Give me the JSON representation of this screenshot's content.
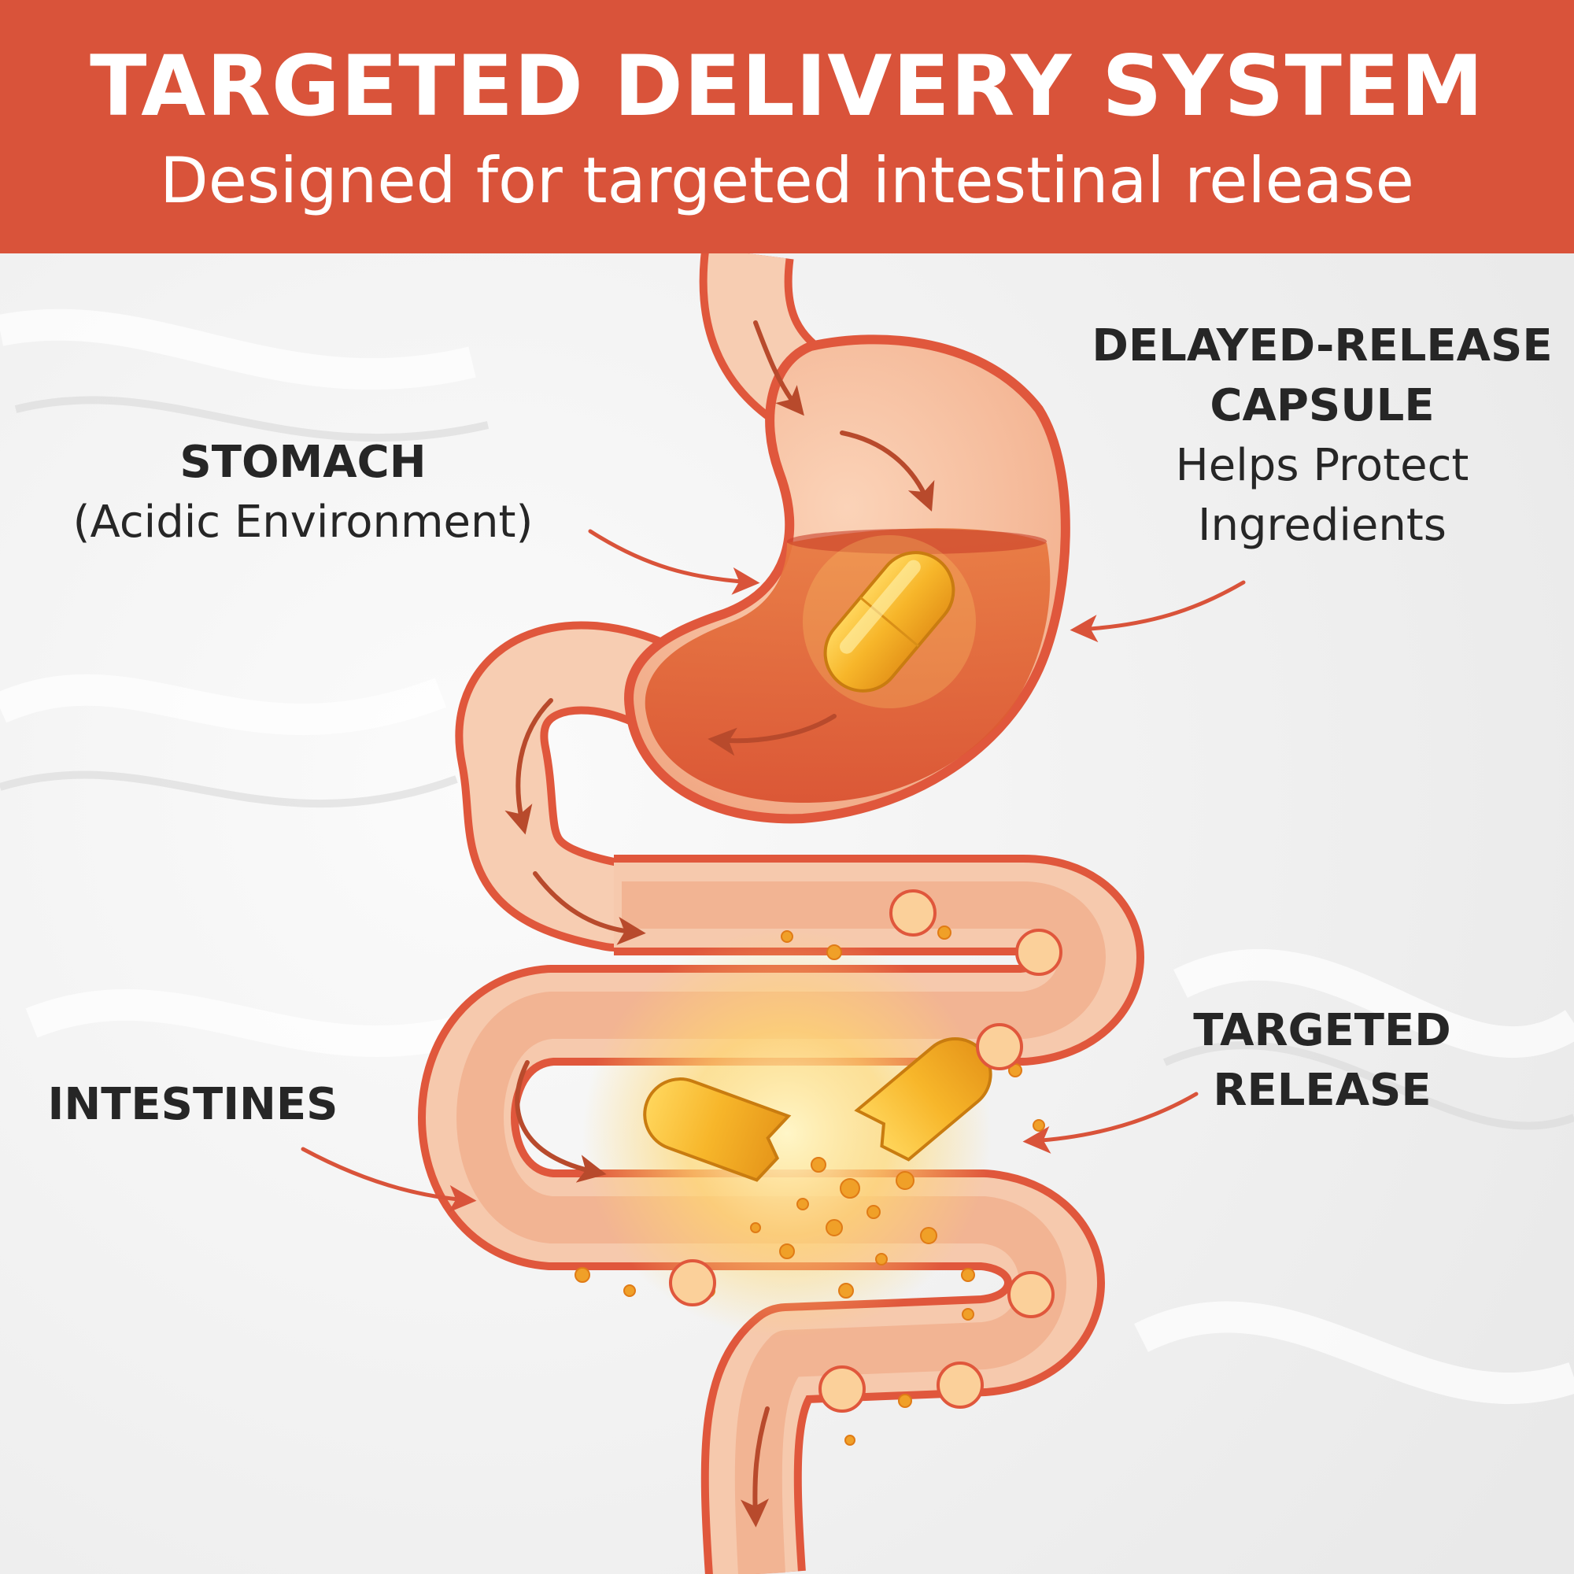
{
  "header": {
    "title": "TARGETED DELIVERY SYSTEM",
    "subtitle": "Designed for targeted intestinal release"
  },
  "labels": {
    "stomach": {
      "title": "STOMACH",
      "note": "(Acidic Environment)"
    },
    "capsule": {
      "title_line1": "DELAYED-RELEASE",
      "title_line2": "CAPSULE",
      "note_line1": "Helps Protect",
      "note_line2": "Ingredients"
    },
    "intestines": {
      "title": "INTESTINES"
    },
    "release": {
      "title_line1": "TARGETED",
      "title_line2": "RELEASE"
    }
  },
  "colors": {
    "banner": "#d9533a",
    "tract_outline": "#e0573c",
    "tract_fill": "#f6c9ad",
    "stomach_acid": "#e2613a",
    "capsule": "#f5b82e",
    "arrow": "#d9533a",
    "flow_arrow": "#b84a2c",
    "text": "#262626"
  }
}
